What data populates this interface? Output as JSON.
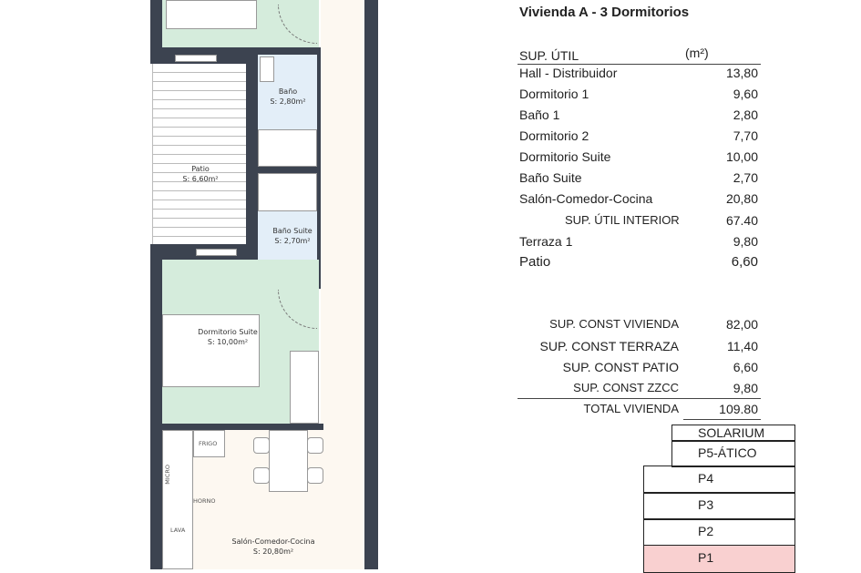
{
  "plan": {
    "rooms": [
      {
        "name": "Baño",
        "area": "S: 2,80m²"
      },
      {
        "name": "Patio",
        "area": "S: 6,60m²"
      },
      {
        "name": "Baño Suite",
        "area": "S: 2,70m²"
      },
      {
        "name": "Dormitorio Suite",
        "area": "S: 10,00m²"
      },
      {
        "name": "Salón-Comedor-Cocina",
        "area": "S: 20,80m²"
      }
    ],
    "appliances": {
      "frigo": "FRIGO",
      "micro": "MICRO",
      "horno": "HORNO",
      "lava": "LAVA"
    }
  },
  "summary": {
    "title": "Vivienda A - 3 Dormitorios",
    "header_label": "SUP. ÚTIL",
    "unit": "(m²)",
    "rooms": [
      {
        "label": "Hall - Distribuidor",
        "value": "13,80"
      },
      {
        "label": "Dormitorio 1",
        "value": "9,60"
      },
      {
        "label": "Baño 1",
        "value": "2,80"
      },
      {
        "label": "Dormitorio 2",
        "value": "7,70"
      },
      {
        "label": "Dormitorio Suite",
        "value": "10,00"
      },
      {
        "label": "Baño Suite",
        "value": "2,70"
      },
      {
        "label": "Salón-Comedor-Cocina",
        "value": "20,80"
      }
    ],
    "interior": {
      "label": "SUP. ÚTIL INTERIOR",
      "value": "67.40"
    },
    "extras": [
      {
        "label": "Terraza 1",
        "value": "9,80"
      },
      {
        "label": "Patio",
        "value": "6,60"
      }
    ],
    "constructed": [
      {
        "label": "SUP. CONST VIVIENDA",
        "value": "82,00"
      },
      {
        "label": "SUP. CONST TERRAZA",
        "value": "11,40"
      },
      {
        "label": "SUP. CONST PATIO",
        "value": "6,60"
      },
      {
        "label": "SUP. CONST ZZCC",
        "value": "9,80"
      }
    ],
    "total": {
      "label": "TOTAL VIVIENDA",
      "value": "109.80"
    }
  },
  "levels": {
    "items": [
      "SOLARIUM",
      "P5-ÁTICO",
      "P4",
      "P3",
      "P2",
      "P1"
    ],
    "highlighted": "P1",
    "highlight_color": "#f9d0d0"
  }
}
